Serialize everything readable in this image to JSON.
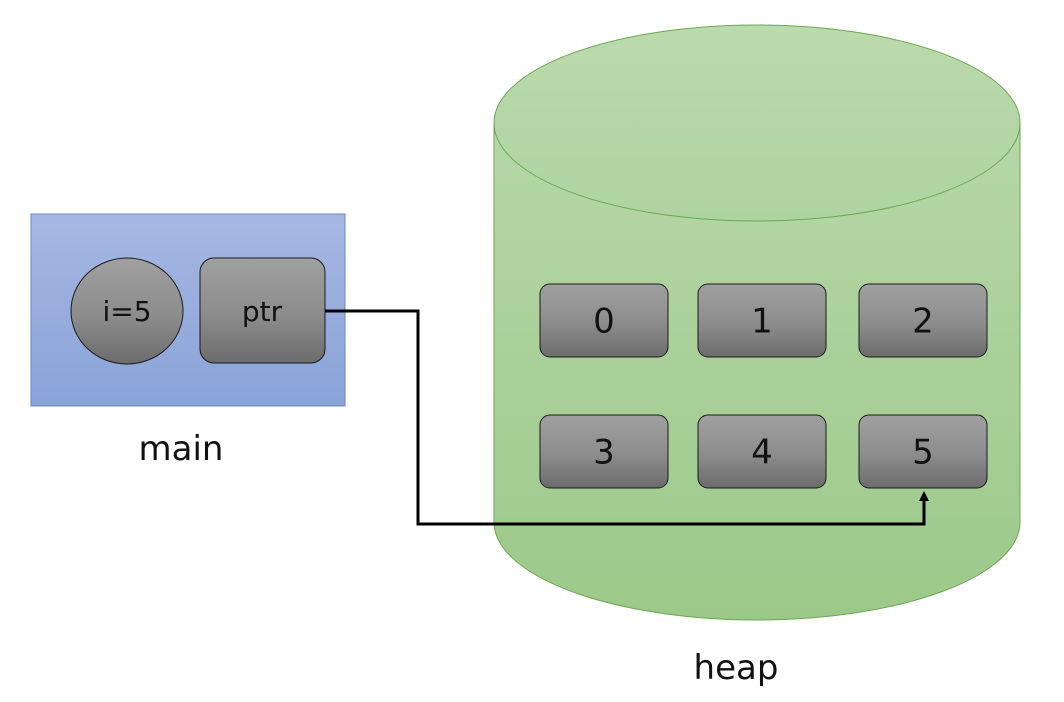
{
  "main": {
    "label": "main",
    "variable_i": "i=5",
    "pointer": "ptr"
  },
  "heap": {
    "label": "heap",
    "cells": [
      "0",
      "1",
      "2",
      "3",
      "4",
      "5"
    ]
  },
  "pointer_target_cell": "5",
  "colors": {
    "main_fill_top": "#a6b7e2",
    "main_fill_bottom": "#8aa3d8",
    "main_border": "#6b84c4",
    "heap_fill_top": "#b6d7a8",
    "heap_fill_bottom": "#9cc98a",
    "heap_border": "#6aa84f",
    "cell_fill_top": "#9e9e9e",
    "cell_fill_bottom": "#6f6f6f",
    "cell_border": "#1a1a1a",
    "arrow": "#000000"
  }
}
